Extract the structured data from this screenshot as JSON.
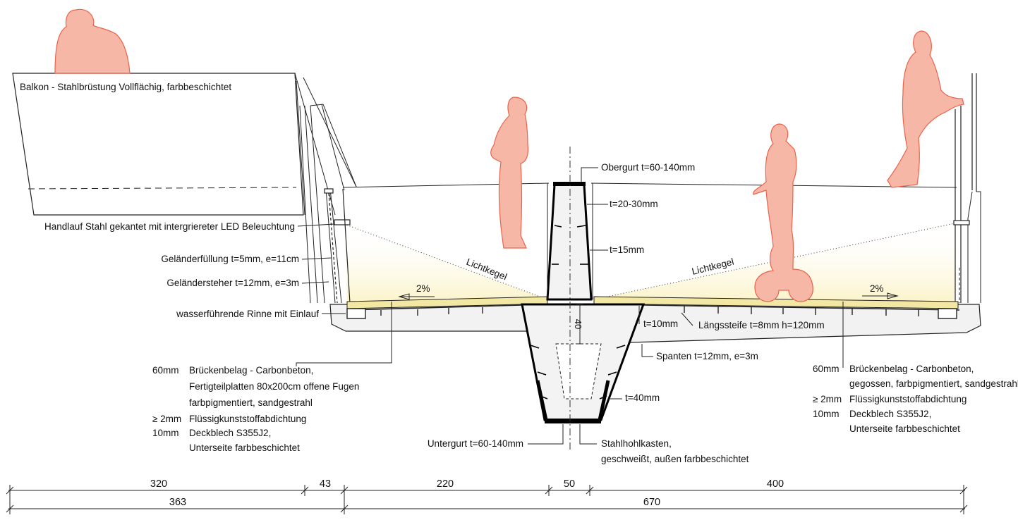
{
  "labels": {
    "balkon": "Balkon - Stahlbrüstung Vollflächig, farbbeschichtet",
    "handlauf": "Handlauf Stahl gekantet mit intergriereter LED Beleuchtung",
    "gelaenderfuellung": "Geländerfüllung t=5mm, e=11cm",
    "gelaendersteher": "Geländersteher t=12mm, e=3m",
    "rinne": "wasserführende Rinne mit Einlauf",
    "obergurt": "Obergurt t=60-140mm",
    "t20_30": "t=20-30mm",
    "t15": "t=15mm",
    "t10": "t=10mm",
    "laengssteife": "Längssteife t=8mm h=120mm",
    "spanten": "Spanten t=12mm, e=3m",
    "t40": "t=40mm",
    "untergurt": "Untergurt  t=60-140mm",
    "stahlhohlkasten_1": "Stahlhohlkasten,",
    "stahlhohlkasten_2": "geschweißt, außen farbbeschichtet",
    "lichtkegel_left": "Lichtkegel",
    "lichtkegel_right": "Lichtkegel",
    "slope_left": "2%",
    "slope_right": "2%",
    "box_dim": "40"
  },
  "left_build_up": [
    {
      "thickness": "60mm",
      "text": "Brückenbelag - Carbonbeton,"
    },
    {
      "thickness": "",
      "text": "Fertigteilplatten 80x200cm offene Fugen"
    },
    {
      "thickness": "",
      "text": "farbpigmentiert, sandgestrahl"
    },
    {
      "thickness": "≥ 2mm",
      "text": "Flüssigkunststoffabdichtung"
    },
    {
      "thickness": "10mm",
      "text": "Deckblech S355J2,"
    },
    {
      "thickness": "",
      "text": "Unterseite farbbeschichtet"
    }
  ],
  "right_build_up": [
    {
      "thickness": "60mm",
      "text": "Brückenbelag - Carbonbeton,"
    },
    {
      "thickness": "",
      "text": "gegossen, farbpigmentiert, sandgestrahlt"
    },
    {
      "thickness": "≥ 2mm",
      "text": "Flüssigkunststoffabdichtung"
    },
    {
      "thickness": "10mm",
      "text": "Deckblech S355J2,"
    },
    {
      "thickness": "",
      "text": "Unterseite farbbeschichtet"
    }
  ],
  "dimensions_row1": [
    "320",
    "43",
    "220",
    "50",
    "400"
  ],
  "dimensions_row2": [
    "363",
    "670"
  ],
  "colors": {
    "person_fill": "#f7b7a6",
    "person_stroke": "#e9634a",
    "deck_yellow": "#f3e7a4",
    "light_glow": "#fbf6d6",
    "steel_grey": "#ededed"
  }
}
